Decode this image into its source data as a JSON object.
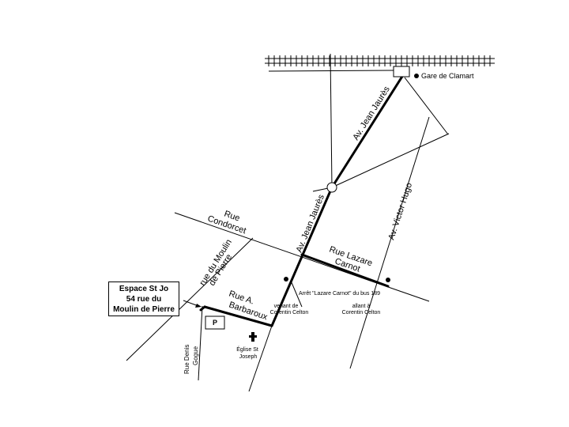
{
  "map": {
    "venue": {
      "line1": "Espace St Jo",
      "line2": "54 rue du",
      "line3": "Moulin de Pierre"
    },
    "station": "Gare de Clamart",
    "streets": {
      "jean_jaures_north": "Av. Jean Jaurès",
      "jean_jaures_south": "Av. Jean Jaurès",
      "victor_hugo": "Av. Victor Hugo",
      "condorcet_1": "Rue",
      "condorcet_2": "Condorcet",
      "lazare_carnot_1": "Rue Lazare",
      "lazare_carnot_2": "Carnot",
      "moulin_1": "rue du Moulin",
      "moulin_2": "de Pierre",
      "barbaroux_1": "Rue A.",
      "barbaroux_2": "Barbaroux",
      "denis_gogue_1": "Rue Denis",
      "denis_gogue_2": "Gogue"
    },
    "bus_stop": {
      "title": "Arrêt \"Lazare Carnot\" du bus 189",
      "from_1": "venant de",
      "from_2": "Corentin Celton",
      "to_1": "allant à",
      "to_2": "Corentin Celton"
    },
    "church": {
      "line1": "Église St",
      "line2": "Joseph"
    },
    "parking": "P"
  }
}
